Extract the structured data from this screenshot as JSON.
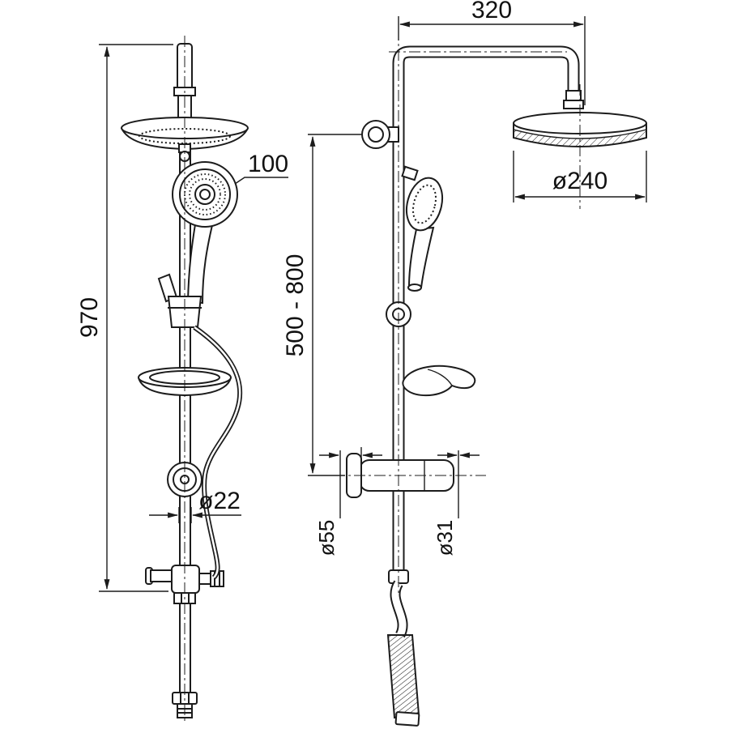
{
  "drawing": {
    "kind": "shower-column-technical-drawing",
    "line_color": "#1c1c1c",
    "background": "#ffffff"
  },
  "front_view": {
    "height_label": "970",
    "hand_shower_label": "100",
    "pipe_diameter_label": "ø22"
  },
  "side_view": {
    "arm_width_label": "320",
    "head_diameter_label": "ø240",
    "adjustable_height_label": "500 - 800",
    "flange_diameter_label": "ø55",
    "stem_diameter_label": "ø31"
  }
}
